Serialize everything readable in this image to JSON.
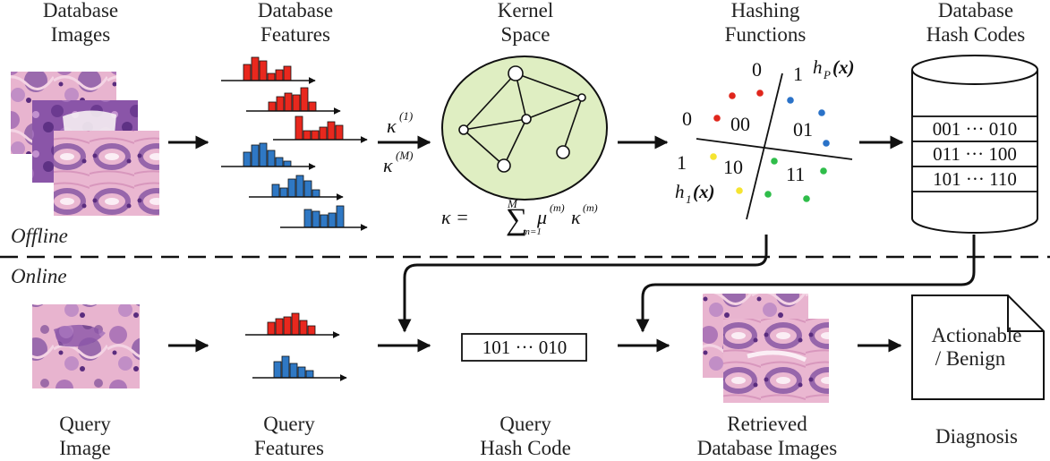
{
  "offline": {
    "mode_label": "Offline",
    "database_images": {
      "line1": "Database",
      "line2": "Images"
    },
    "database_features": {
      "line1": "Database",
      "line2": "Features"
    },
    "kernel_space": {
      "line1": "Kernel",
      "line2": "Space"
    },
    "hashing_functions": {
      "line1": "Hashing",
      "line2": "Functions"
    },
    "database_hash_codes": {
      "line1": "Database",
      "line2": "Hash Codes"
    },
    "kernel_arrow_top": "κ",
    "kernel_arrow_top_sup": "(1)",
    "kernel_arrow_bottom": "κ",
    "kernel_arrow_bottom_sup": "(M)",
    "kernel_formula": {
      "lhs": "κ = ",
      "sum": "∑",
      "upper": "M",
      "lower": "m=1",
      "mu": "μ",
      "mu_sup": "(m)",
      "kappa": "κ",
      "kappa_sup": "(m)"
    },
    "hash_plot": {
      "top_left_bit": "0",
      "top_right_bit": "1",
      "left_top_bit": "0",
      "left_bottom_bit": "1",
      "hp_label": "h",
      "hp_sub": "P",
      "hp_arg": "(x)",
      "h1_label": "h",
      "h1_sub": "1",
      "h1_arg": "(x)",
      "regions": [
        "00",
        "01",
        "10",
        "11"
      ]
    },
    "hash_codes": [
      "001 ··· 010",
      "011 ··· 100",
      "101 ··· 110"
    ]
  },
  "online": {
    "mode_label": "Online",
    "query_image": {
      "line1": "Query",
      "line2": "Image"
    },
    "query_features": {
      "line1": "Query",
      "line2": "Features"
    },
    "query_hash_code": {
      "line1": "Query",
      "line2": "Hash Code",
      "value": "101 ··· 010"
    },
    "retrieved": {
      "line1": "Retrieved",
      "line2": "Database Images"
    },
    "diagnosis": {
      "line1": "Actionable",
      "line2": "/ Benign",
      "caption": "Diagnosis"
    }
  },
  "colors": {
    "red_hist": "#e8281e",
    "blue_hist": "#2f78c4",
    "kernel_fill": "#dfeec2",
    "tissue_pink": "#e6a8c7",
    "tissue_purple": "#7a4a9e",
    "dot_red": "#e0261c",
    "dot_blue": "#2a72c8",
    "dot_yellow": "#f5e431",
    "dot_green": "#2fbd4a"
  }
}
